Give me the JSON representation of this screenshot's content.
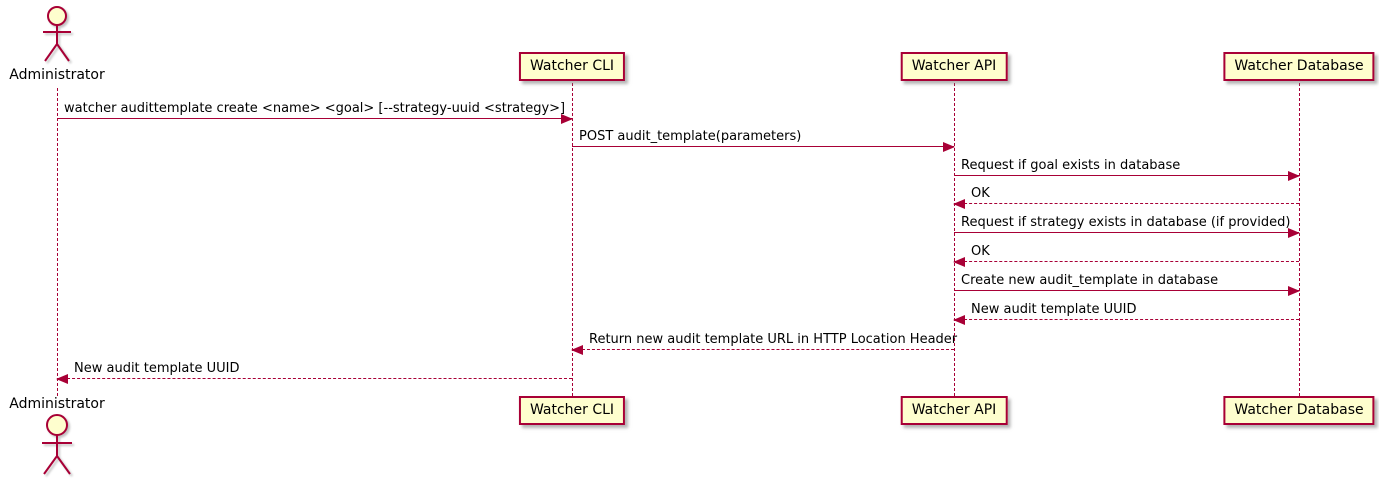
{
  "diagram": {
    "type": "uml-sequence-diagram",
    "colors": {
      "accent": "#A80036",
      "participant_fill": "#FEFECE",
      "text": "#000000",
      "background": "#FFFFFF"
    },
    "actor": {
      "name": "Administrator"
    },
    "participants": [
      {
        "label": "Watcher CLI"
      },
      {
        "label": "Watcher API"
      },
      {
        "label": "Watcher Database"
      }
    ],
    "messages": [
      {
        "from": "Administrator",
        "to": "Watcher CLI",
        "style": "solid",
        "text": "watcher audittemplate create <name> <goal> [--strategy-uuid <strategy>]"
      },
      {
        "from": "Watcher CLI",
        "to": "Watcher API",
        "style": "solid",
        "text": "POST audit_template(parameters)"
      },
      {
        "from": "Watcher API",
        "to": "Watcher Database",
        "style": "solid",
        "text": "Request if goal exists in database"
      },
      {
        "from": "Watcher Database",
        "to": "Watcher API",
        "style": "dashed",
        "text": "OK"
      },
      {
        "from": "Watcher API",
        "to": "Watcher Database",
        "style": "solid",
        "text": "Request if strategy exists in database (if provided)"
      },
      {
        "from": "Watcher Database",
        "to": "Watcher API",
        "style": "dashed",
        "text": "OK"
      },
      {
        "from": "Watcher API",
        "to": "Watcher Database",
        "style": "solid",
        "text": "Create new audit_template in database"
      },
      {
        "from": "Watcher Database",
        "to": "Watcher API",
        "style": "dashed",
        "text": "New audit template UUID"
      },
      {
        "from": "Watcher API",
        "to": "Watcher CLI",
        "style": "dashed",
        "text": "Return new audit template URL in HTTP Location Header"
      },
      {
        "from": "Watcher CLI",
        "to": "Administrator",
        "style": "dashed",
        "text": "New audit template UUID"
      }
    ]
  }
}
